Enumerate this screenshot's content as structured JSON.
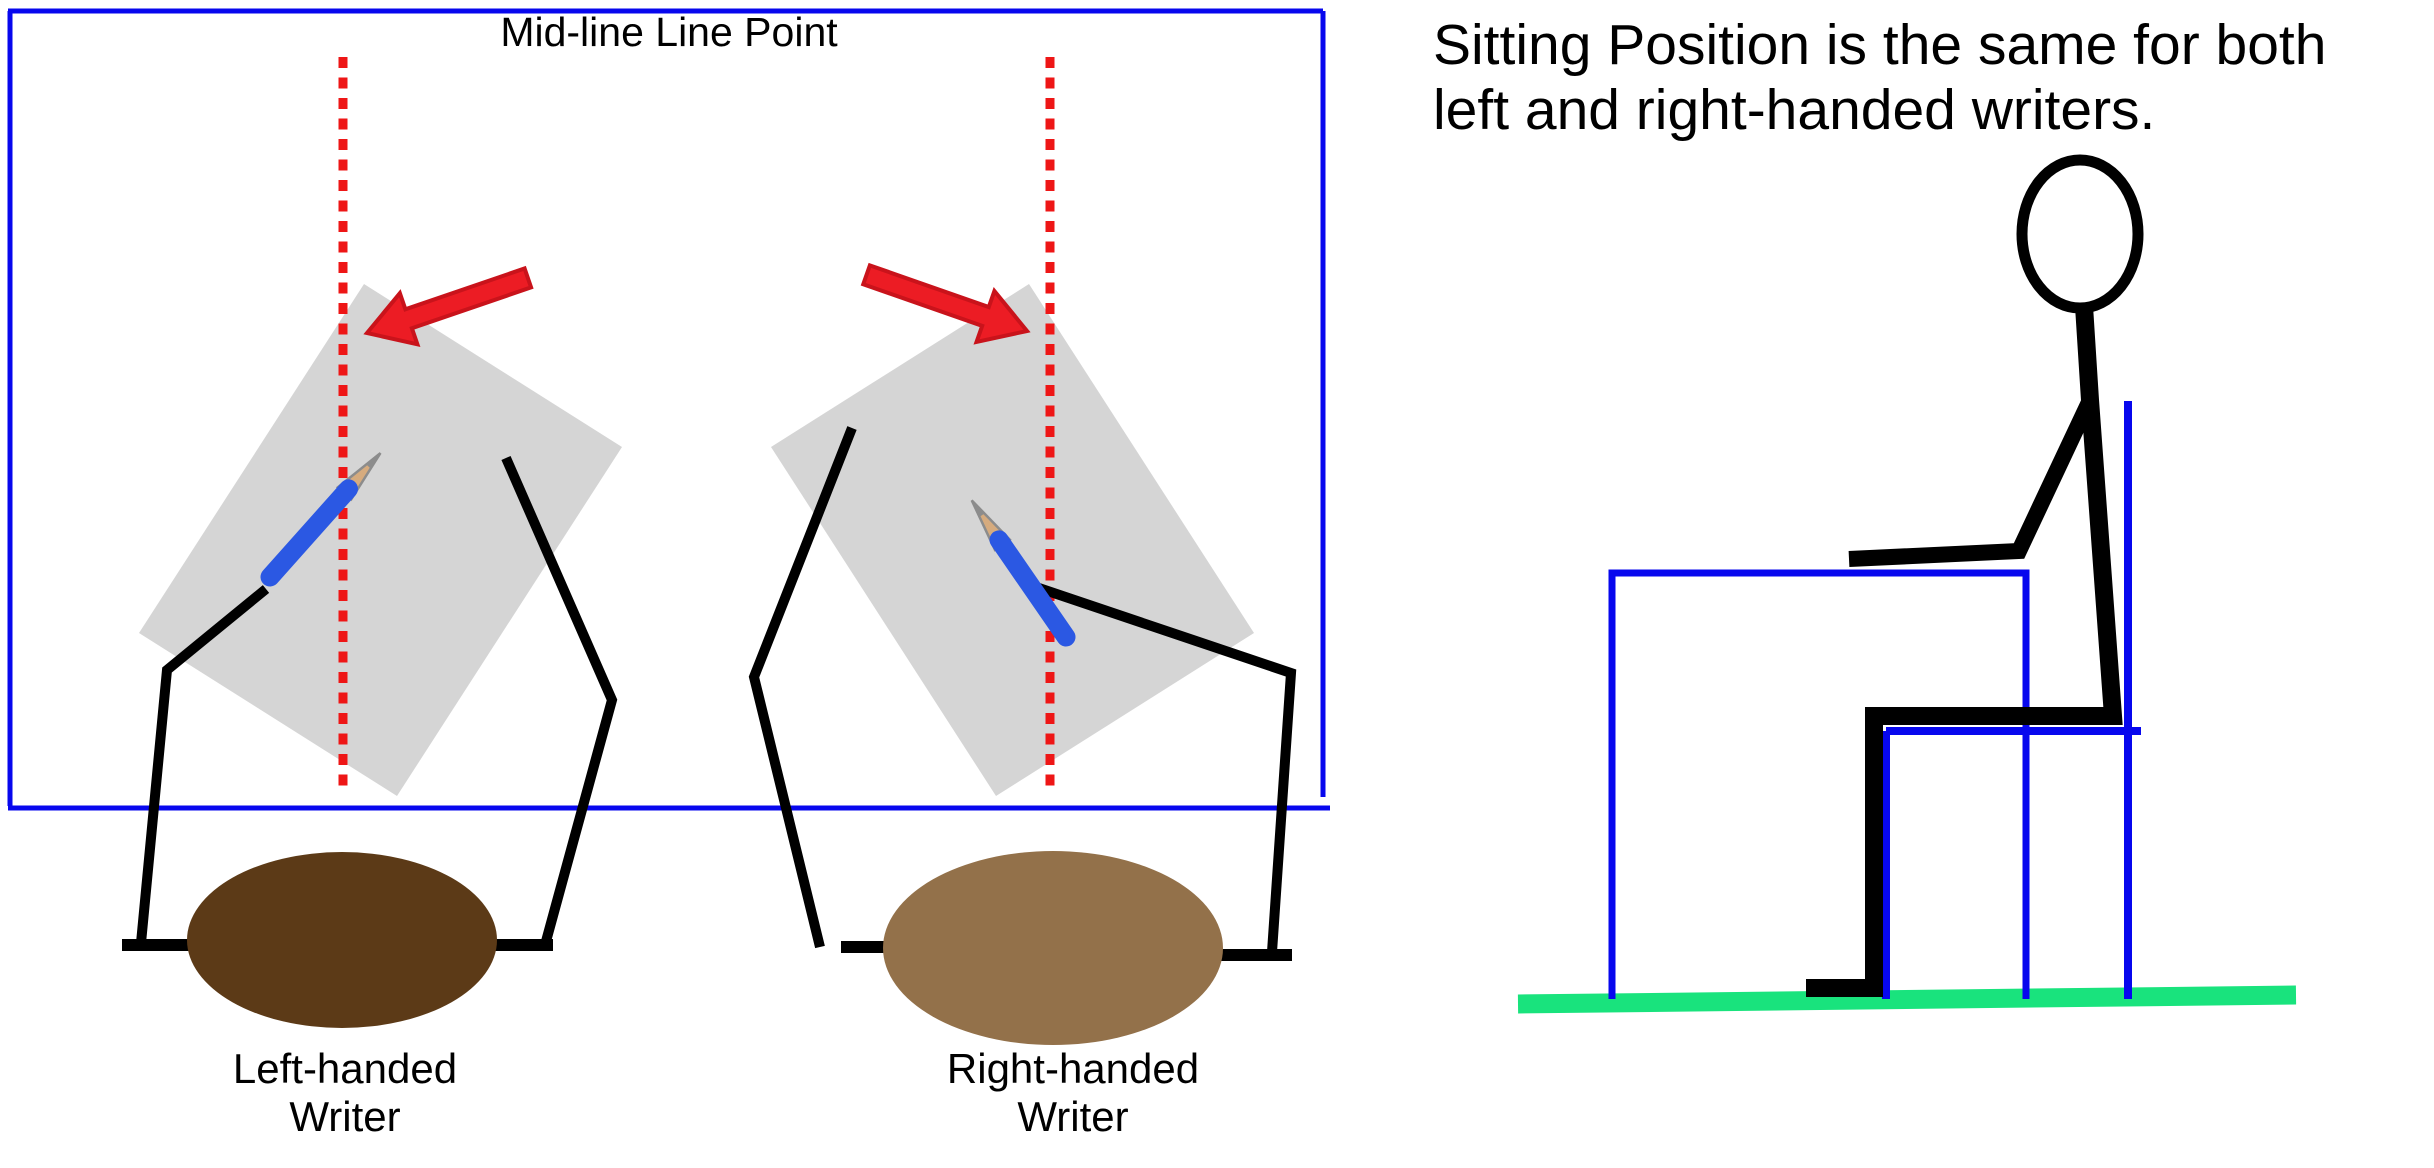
{
  "colors": {
    "bg-white": "#ffffff",
    "ink-black": "#000000",
    "line-blue": "#0707ee",
    "dotted-red": "#ee1616",
    "arrow-red": "#ec1c24",
    "arrow-red-dark": "#c9131b",
    "paper-gray": "#d5d5d5",
    "pencil-blue": "#2b58e3",
    "pencil-wood": "#d6ab7e",
    "pencil-gray": "#8c8c8c",
    "head-left-brown": "#5c3a17",
    "head-right-brown": "#93714a",
    "ground-green": "#19e37d"
  },
  "left_panel": {
    "title": "Mid-line Line Point",
    "left_writer": {
      "label_line1": "Left-handed",
      "label_line2": "Writer"
    },
    "right_writer": {
      "label_line1": "Right-handed",
      "label_line2": "Writer"
    }
  },
  "right_panel": {
    "caption_line1": "Sitting Position is the same for both",
    "caption_line2": "left and right-handed writers."
  }
}
